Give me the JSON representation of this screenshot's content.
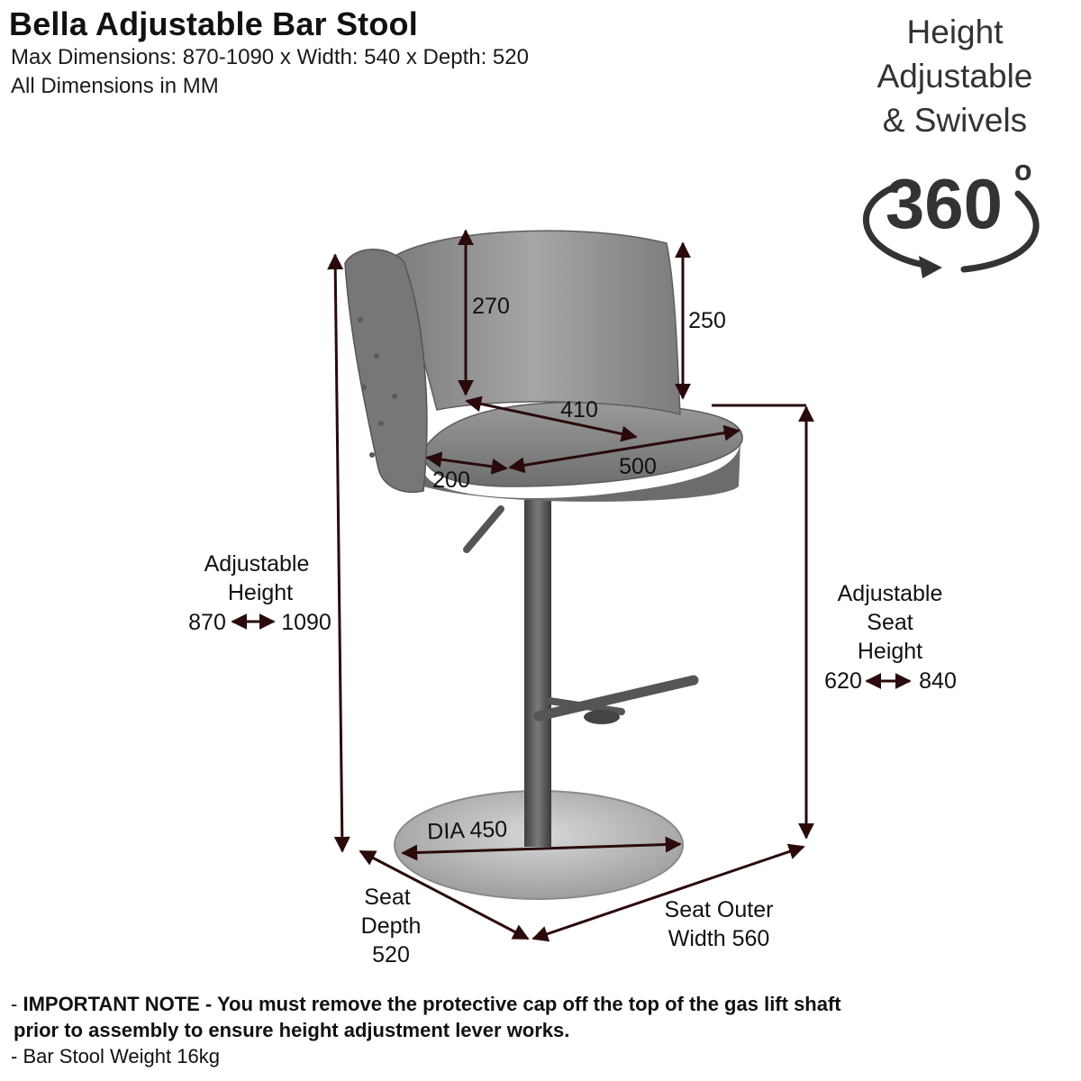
{
  "header": {
    "title": "Bella Adjustable Bar Stool",
    "max_dimensions": "Max Dimensions: 870-1090 x Width: 540 x Depth: 520",
    "units_note": "All Dimensions in MM"
  },
  "badge": {
    "line1": "Height",
    "line2": "Adjustable",
    "line3": "& Swivels",
    "degrees": "360",
    "degree_symbol": "o",
    "icon": "rotate-360-icon"
  },
  "dimensions": {
    "back_height_inner": "270",
    "back_height_outer": "250",
    "seat_diagonal": "410",
    "seat_depth_front": "200",
    "seat_width_front": "500",
    "base_diameter": "DIA 450",
    "adjustable_height": {
      "line1": "Adjustable",
      "line2": "Height",
      "min": "870",
      "max": "1090"
    },
    "adjustable_seat_height": {
      "line1": "Adjustable",
      "line2": "Seat",
      "line3": "Height",
      "min": "620",
      "max": "840"
    },
    "seat_depth": {
      "line1": "Seat",
      "line2": "Depth",
      "value": "520"
    },
    "seat_outer_width": {
      "line1": "Seat Outer",
      "line2": "Width 560"
    }
  },
  "notes": {
    "important_prefix": "- ",
    "important_text": "IMPORTANT NOTE - You must remove the protective cap off the top of the gas lift shaft",
    "important_text2": "prior to assembly to ensure height adjustment lever works.",
    "weight": "- Bar Stool Weight 16kg"
  },
  "colors": {
    "dimension_line": "#2a0a0a",
    "upholstery": "#8c8c8c",
    "metal": "#5a5a5a",
    "base": "#bdbdbd"
  }
}
